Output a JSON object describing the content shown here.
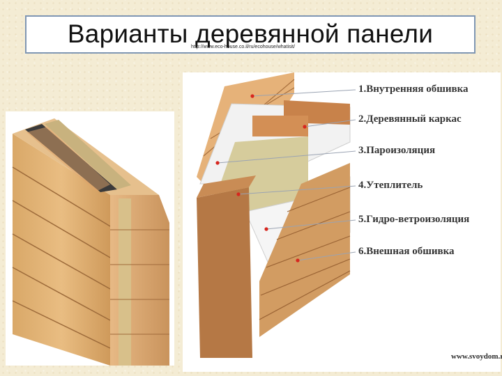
{
  "header": {
    "title": "Варианты деревянной панели",
    "source_url": "http://www.eco-house.co.il/ru/ecohouse/whatisit/"
  },
  "diagram": {
    "labels": [
      "1.Внутренняя обшивка",
      "2.Деревянный каркас",
      "3.Пароизоляция",
      "4.Утеплитель",
      "5.Гидро-ветроизоляция",
      "6.Внешная обшивка"
    ],
    "watermark": "www.svoydom.ru"
  },
  "colors": {
    "wood_light": "#e8b47a",
    "wood_dark": "#b77a45",
    "insulation": "#d9d0a4",
    "membrane": "#f2f2f2",
    "marker": "#d7261e"
  }
}
